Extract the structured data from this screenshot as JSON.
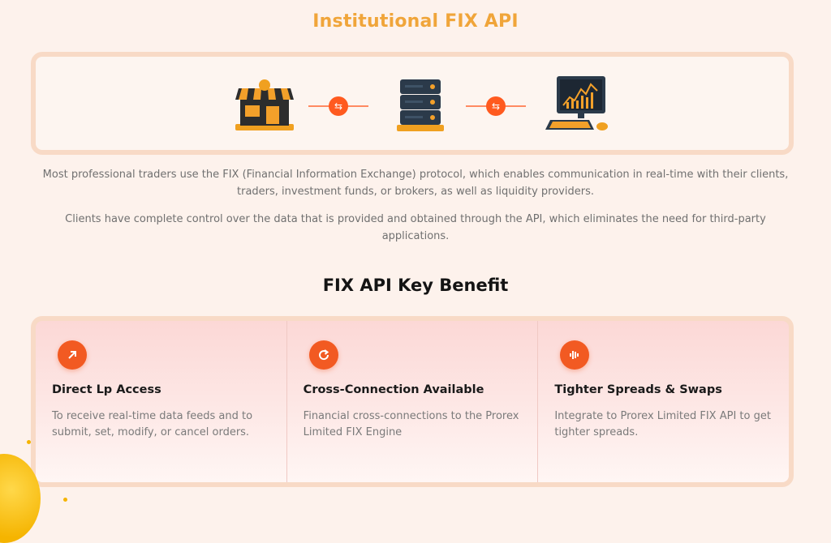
{
  "page": {
    "title": "Institutional FIX API",
    "description_1": "Most professional traders use the FIX (Financial Information Exchange) protocol, which enables communication in real-time with their clients, traders, investment funds, or brokers, as well as liquidity providers.",
    "description_2": "Clients have complete control over the data that is provided and obtained through the API, which eliminates the need for third-party applications.",
    "benefits_title": "FIX API Key Benefit"
  },
  "flow": {
    "nodes": [
      {
        "icon": "storefront-icon"
      },
      {
        "icon": "server-icon"
      },
      {
        "icon": "trading-computer-icon"
      }
    ],
    "connector_icon": "exchange-arrows-icon"
  },
  "benefits": [
    {
      "icon": "arrow-up-right-icon",
      "title": "Direct Lp Access",
      "text": "To receive real-time data feeds and to submit, set, modify, or cancel orders."
    },
    {
      "icon": "refresh-cycle-icon",
      "title": "Cross-Connection Available",
      "text": "Financial cross-connections to the Prorex Limited FIX Engine"
    },
    {
      "icon": "sound-bars-icon",
      "title": "Tighter Spreads & Swaps",
      "text": "Integrate to Prorex Limited FIX API to get tighter spreads."
    }
  ],
  "colors": {
    "accent": "#f25a22",
    "title_gold": "#f0a53a",
    "background": "#fdf2ec"
  }
}
